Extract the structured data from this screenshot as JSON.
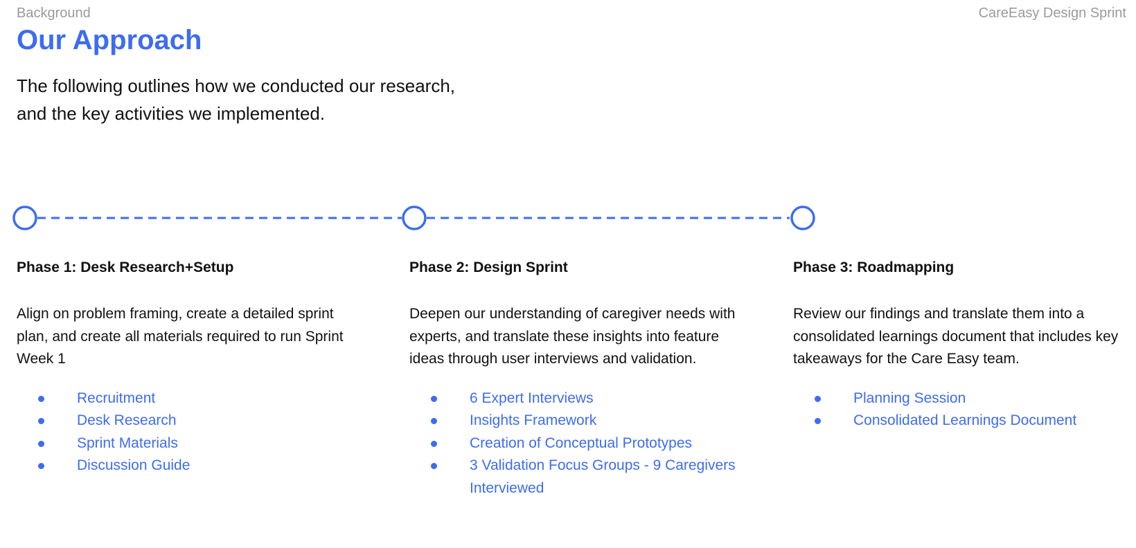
{
  "header": {
    "section_label": "Background",
    "deck_title": "CareEasy Design Sprint"
  },
  "title": "Our Approach",
  "intro": "The following outlines how we conducted our research, and the key activities we implemented.",
  "colors": {
    "accent": "#3d6cf0",
    "text": "#111111",
    "muted": "#9a9a9a"
  },
  "phases": [
    {
      "title": "Phase 1: Desk Research+Setup",
      "description": "Align on problem framing, create a detailed sprint plan, and create all materials required to run Sprint Week 1",
      "items": [
        "Recruitment",
        "Desk Research",
        "Sprint Materials",
        "Discussion Guide"
      ]
    },
    {
      "title": "Phase 2: Design Sprint",
      "description": "Deepen our understanding of caregiver needs with experts, and translate these insights into feature ideas through user interviews and validation.",
      "items": [
        "6 Expert Interviews",
        "Insights Framework",
        "Creation of Conceptual Prototypes",
        "3 Validation Focus Groups - 9 Caregivers Interviewed"
      ]
    },
    {
      "title": "Phase 3: Roadmapping",
      "description": "Review our findings and translate them into a consolidated learnings document that includes key takeaways for the Care Easy team.",
      "items": [
        "Planning Session",
        "Consolidated Learnings Document"
      ]
    }
  ]
}
